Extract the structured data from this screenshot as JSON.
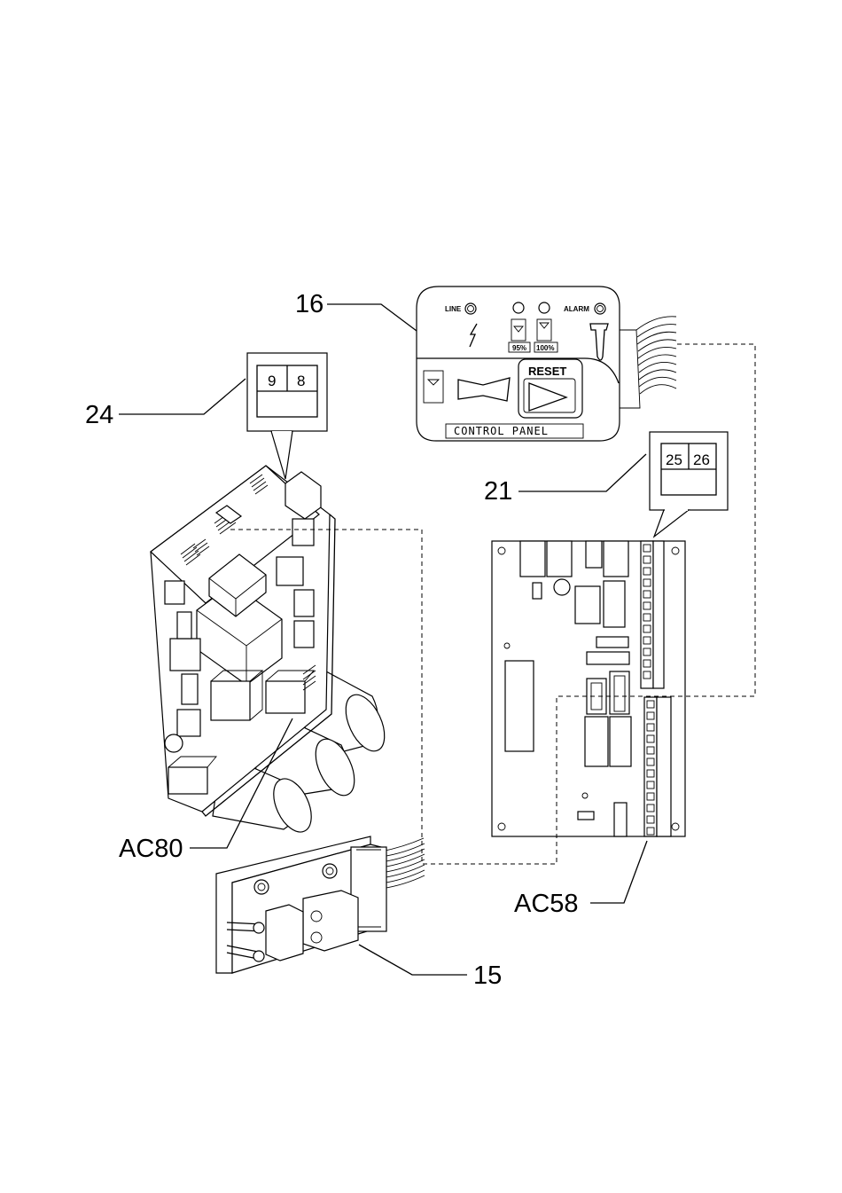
{
  "callouts": {
    "control_panel": "16",
    "board_inset_24": "24",
    "board_inset_21": "21",
    "connector_ac80": "AC80",
    "connector_ac58": "AC58",
    "relay_board": "15"
  },
  "control_panel": {
    "line_label": "LINE",
    "alarm_label": "ALARM",
    "level_95": "95%",
    "level_100": "100%",
    "reset_label": "RESET",
    "panel_label": "CONTROL PANEL"
  },
  "insets": {
    "left": [
      "9",
      "8"
    ],
    "right": [
      "25",
      "26"
    ]
  }
}
